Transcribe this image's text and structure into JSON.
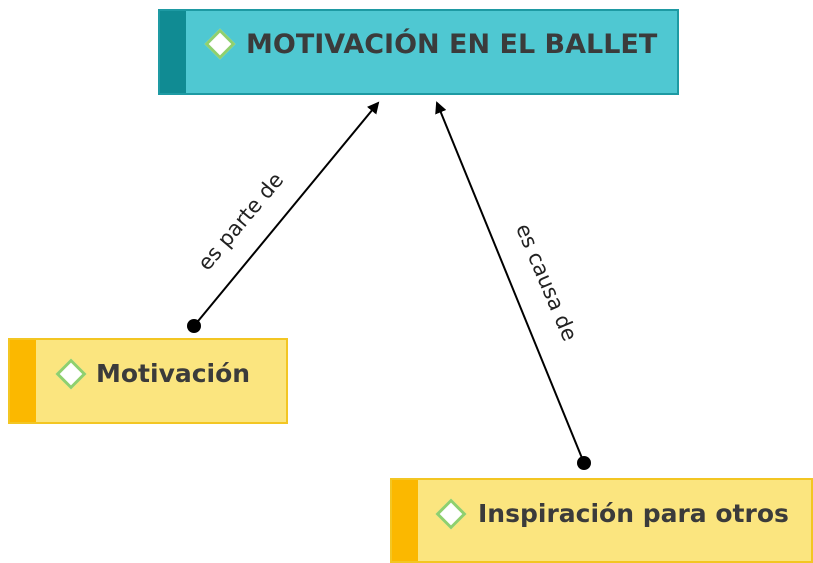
{
  "nodes": {
    "main": {
      "label": "MOTIVACIÓN EN EL BALLET"
    },
    "motivacion": {
      "label": "Motivación"
    },
    "inspiracion": {
      "label": "Inspiración para otros"
    }
  },
  "links": {
    "parte": {
      "label": "es parte de"
    },
    "causa": {
      "label": "es causa de"
    }
  },
  "colors": {
    "main_fill": "#4fc8d2",
    "main_stripe": "#108b93",
    "concept_fill": "#fbe57f",
    "concept_stripe": "#fbb800",
    "diamond_border": "#8fd06e"
  }
}
